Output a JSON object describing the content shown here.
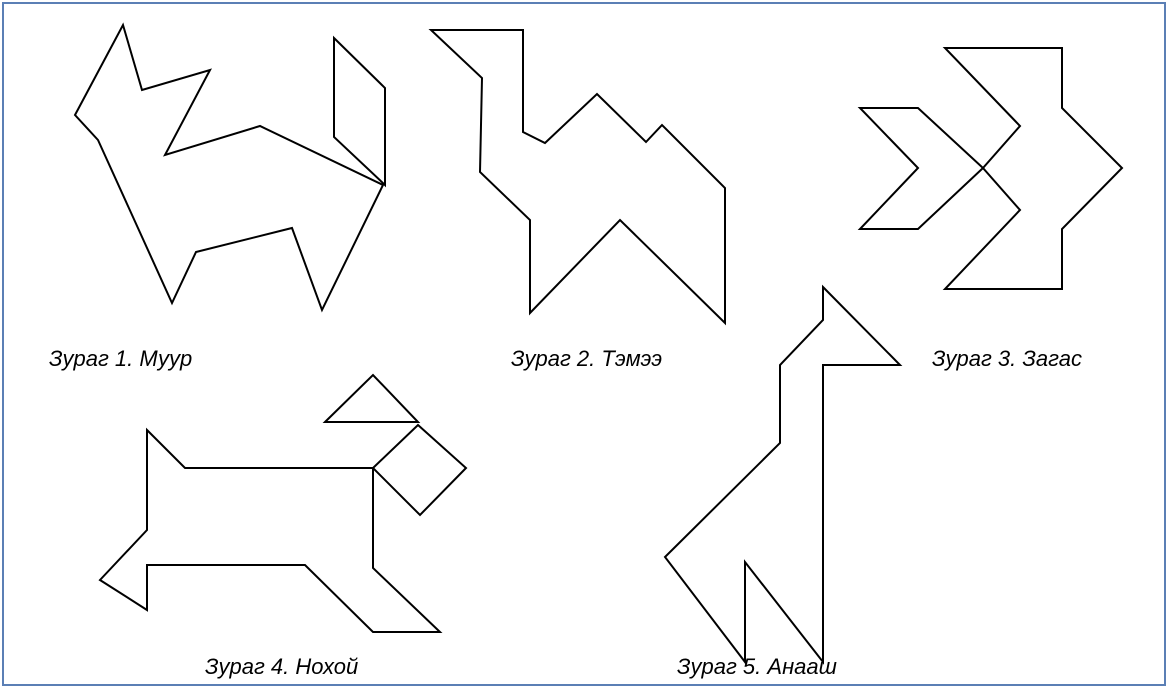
{
  "captions": {
    "fig1": "Зураг 1. Муур",
    "fig2": "Зураг 2. Тэмээ",
    "fig3": "Зураг 3. Загас",
    "fig4": "Зураг 4. Нохой",
    "fig5": "Зураг 5. Анааш"
  },
  "colors": {
    "frame_border": "#5b7fb5",
    "line": "#000000"
  }
}
